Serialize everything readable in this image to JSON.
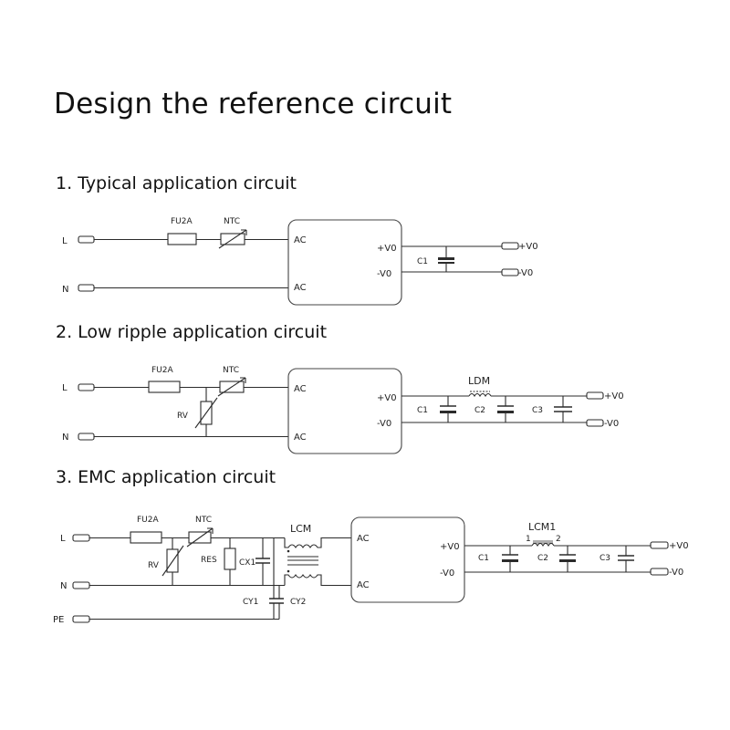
{
  "page_title": "Design the reference circuit",
  "sections": [
    {
      "title": "1. Typical application circuit"
    },
    {
      "title": "2. Low ripple application circuit"
    },
    {
      "title": "3. EMC application circuit"
    }
  ],
  "labels": {
    "L": "L",
    "N": "N",
    "PE": "PE",
    "FU2A": "FU2A",
    "NTC": "NTC",
    "RV": "RV",
    "RES": "RES",
    "CX1": "CX1",
    "CY1": "CY1",
    "CY2": "CY2",
    "LCM": "LCM",
    "LCM1": "LCM1",
    "LDM": "LDM",
    "C1": "C1",
    "C2": "C2",
    "C3": "C3",
    "AC": "AC",
    "pV0": "+V0",
    "nV0": "-V0",
    "pin1": "1",
    "pin2": "2"
  },
  "colors": {
    "line": "#2b2b2b",
    "module_border": "#444444",
    "text": "#111111"
  }
}
